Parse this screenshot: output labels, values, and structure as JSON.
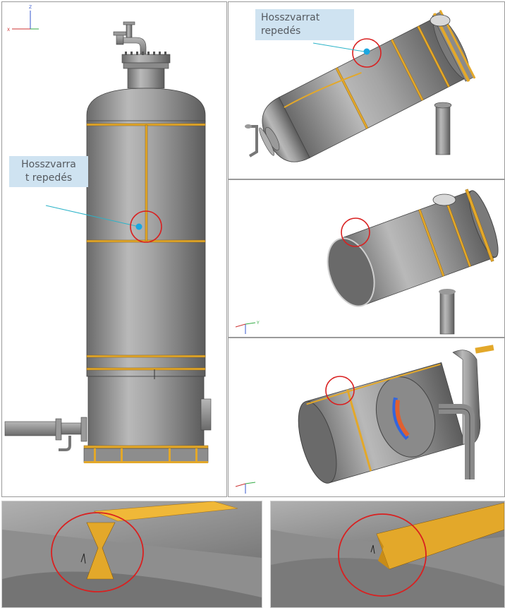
{
  "panels": [
    {
      "id": "vertical-vessel",
      "callout": {
        "line1": "Hosszvarra",
        "line2": "t repedés"
      }
    },
    {
      "id": "horizontal-vessel",
      "callout": {
        "line1": "Hosszvarrat",
        "line2": "repedés"
      }
    },
    {
      "id": "cut-vessel"
    },
    {
      "id": "section-vessel"
    },
    {
      "id": "weld-detail-left"
    },
    {
      "id": "weld-detail-right"
    }
  ],
  "axis_labels": {
    "x": "X",
    "y": "Y",
    "z": "Z"
  },
  "colors": {
    "shell": "#8e8e8e",
    "shell_light": "#b4b4b4",
    "shell_dark": "#5e5e5e",
    "weld": "#e3a82a",
    "marker": "#d92020",
    "crack_point": "#1aa7e0",
    "leader": "#2bb3c8",
    "callout_bg": "#cfe3f1"
  }
}
